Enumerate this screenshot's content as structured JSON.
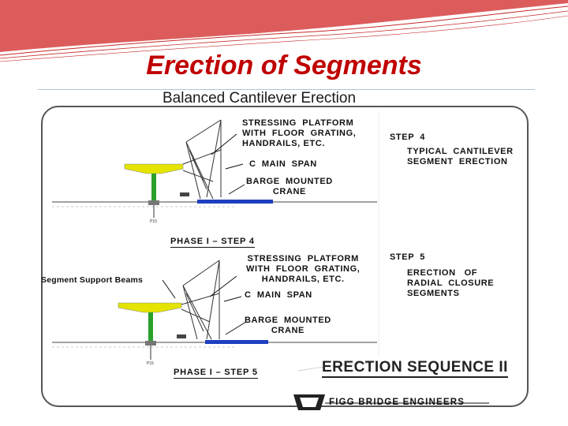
{
  "slide": {
    "title": "Erection of Segments"
  },
  "figure": {
    "title": "Balanced Cantilever Erection",
    "top_panel": {
      "callout_platform": "STRESSING  PLATFORM\nWITH  FLOOR  GRATING,\nHANDRAILS, ETC.",
      "callout_span": "C  MAIN  SPAN",
      "callout_crane": "BARGE  MOUNTED\nCRANE",
      "step_label": "STEP  4",
      "step_desc": "TYPICAL  CANTILEVER\nSEGMENT  ERECTION",
      "phase": "PHASE  I – STEP  4",
      "pier_tag": "P15"
    },
    "bottom_panel": {
      "callout_beams": "Segment Support Beams",
      "callout_platform": "STRESSING  PLATFORM\nWITH  FLOOR  GRATING,\nHANDRAILS, ETC.",
      "callout_span": "C  MAIN  SPAN",
      "callout_crane": "BARGE  MOUNTED\nCRANE",
      "step_label": "STEP  5",
      "step_desc": "ERECTION   OF\nRADIAL  CLOSURE\nSEGMENTS",
      "phase": "PHASE  I – STEP  5",
      "pier_tag": "P15"
    },
    "sequence_title": "ERECTION SEQUENCE II",
    "company": "FIGG  BRIDGE  ENGINEERS"
  },
  "colors": {
    "title": "#c00000",
    "deck": "#e4e400",
    "pier": "#2aa02a",
    "water": "#1f3fbf",
    "wave": "#c62828"
  }
}
